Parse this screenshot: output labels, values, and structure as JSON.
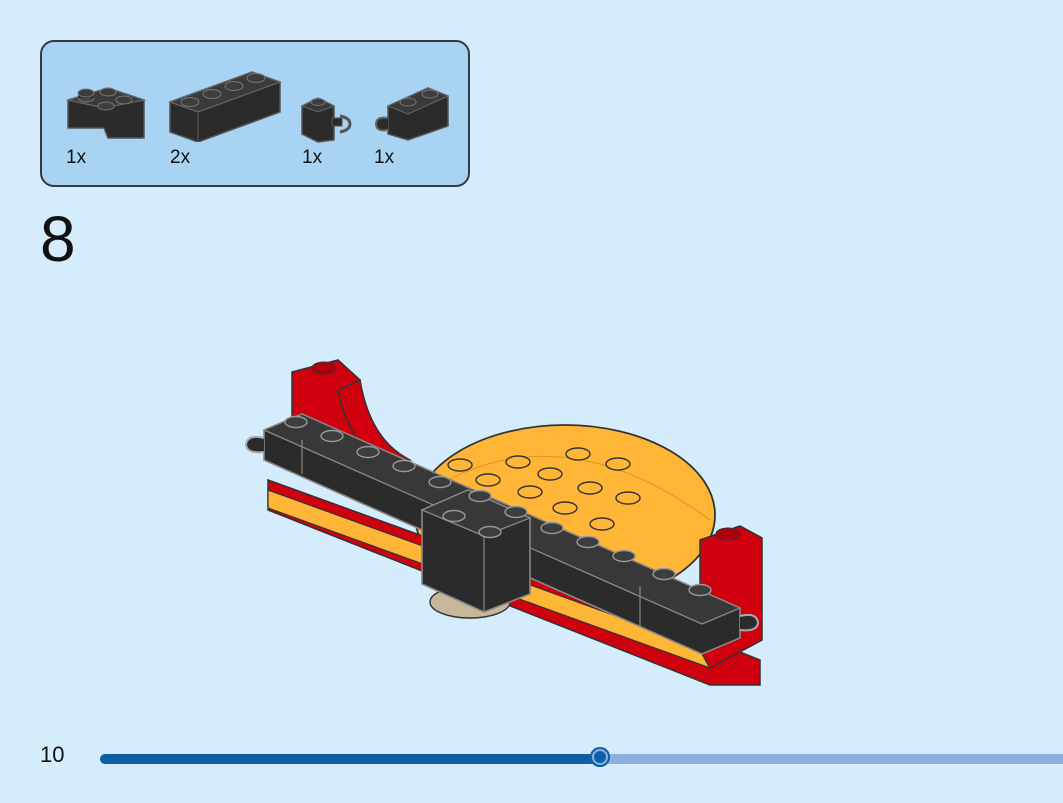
{
  "page": {
    "step_number": "8",
    "page_number": "10",
    "progress_fraction": 0.52
  },
  "parts_list": {
    "items": [
      {
        "icon": "black-corner-brick-icon",
        "count": "1x"
      },
      {
        "icon": "black-1x4-brick-icon",
        "count": "2x"
      },
      {
        "icon": "black-clip-brick-icon",
        "count": "1x"
      },
      {
        "icon": "black-clip-1x2-brick-icon",
        "count": "1x"
      }
    ]
  },
  "colors": {
    "background": "#d5ecfc",
    "parts_box": "#a9d3f3",
    "brick_black": "#2b2b2b",
    "brick_red": "#d0000e",
    "brick_orange": "#ffb536",
    "progress_fill": "#0f5ea8",
    "progress_track": "#8db1de"
  }
}
